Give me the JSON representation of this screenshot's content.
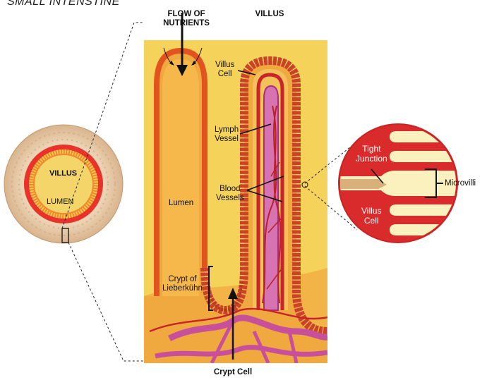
{
  "title": "SMALL INTENSTINE",
  "headers": {
    "flow_line1": "FLOW OF",
    "flow_line2": "NUTRIENTS",
    "villus": "VILLUS",
    "crypt_cell": "Crypt Cell"
  },
  "cross_section": {
    "villus": "VILLUS",
    "lumen": "LUMEN"
  },
  "main_panel": {
    "lumen": "Lumen",
    "villus_cell_line1": "Villus",
    "villus_cell_line2": "Cell",
    "lymph_line1": "Lymph",
    "lymph_line2": "Vessel",
    "blood_line1": "Blood",
    "blood_line2": "Vessels",
    "crypt_line1": "Crypt of",
    "crypt_line2": "Lieberkühn"
  },
  "zoom_circle": {
    "tight_line1": "Tight",
    "tight_line2": "Junction",
    "microvilli": "Microvilli",
    "villus_cell_line1": "Villus",
    "villus_cell_line2": "Cell"
  },
  "colors": {
    "panel_yellow": "#f5d25a",
    "tissue_orange": "#f0a93e",
    "cell_red": "#d9402a",
    "vessel_pink": "#c8509a",
    "zoom_red": "#d92b2b",
    "zoom_bg": "#fbf1bf"
  }
}
